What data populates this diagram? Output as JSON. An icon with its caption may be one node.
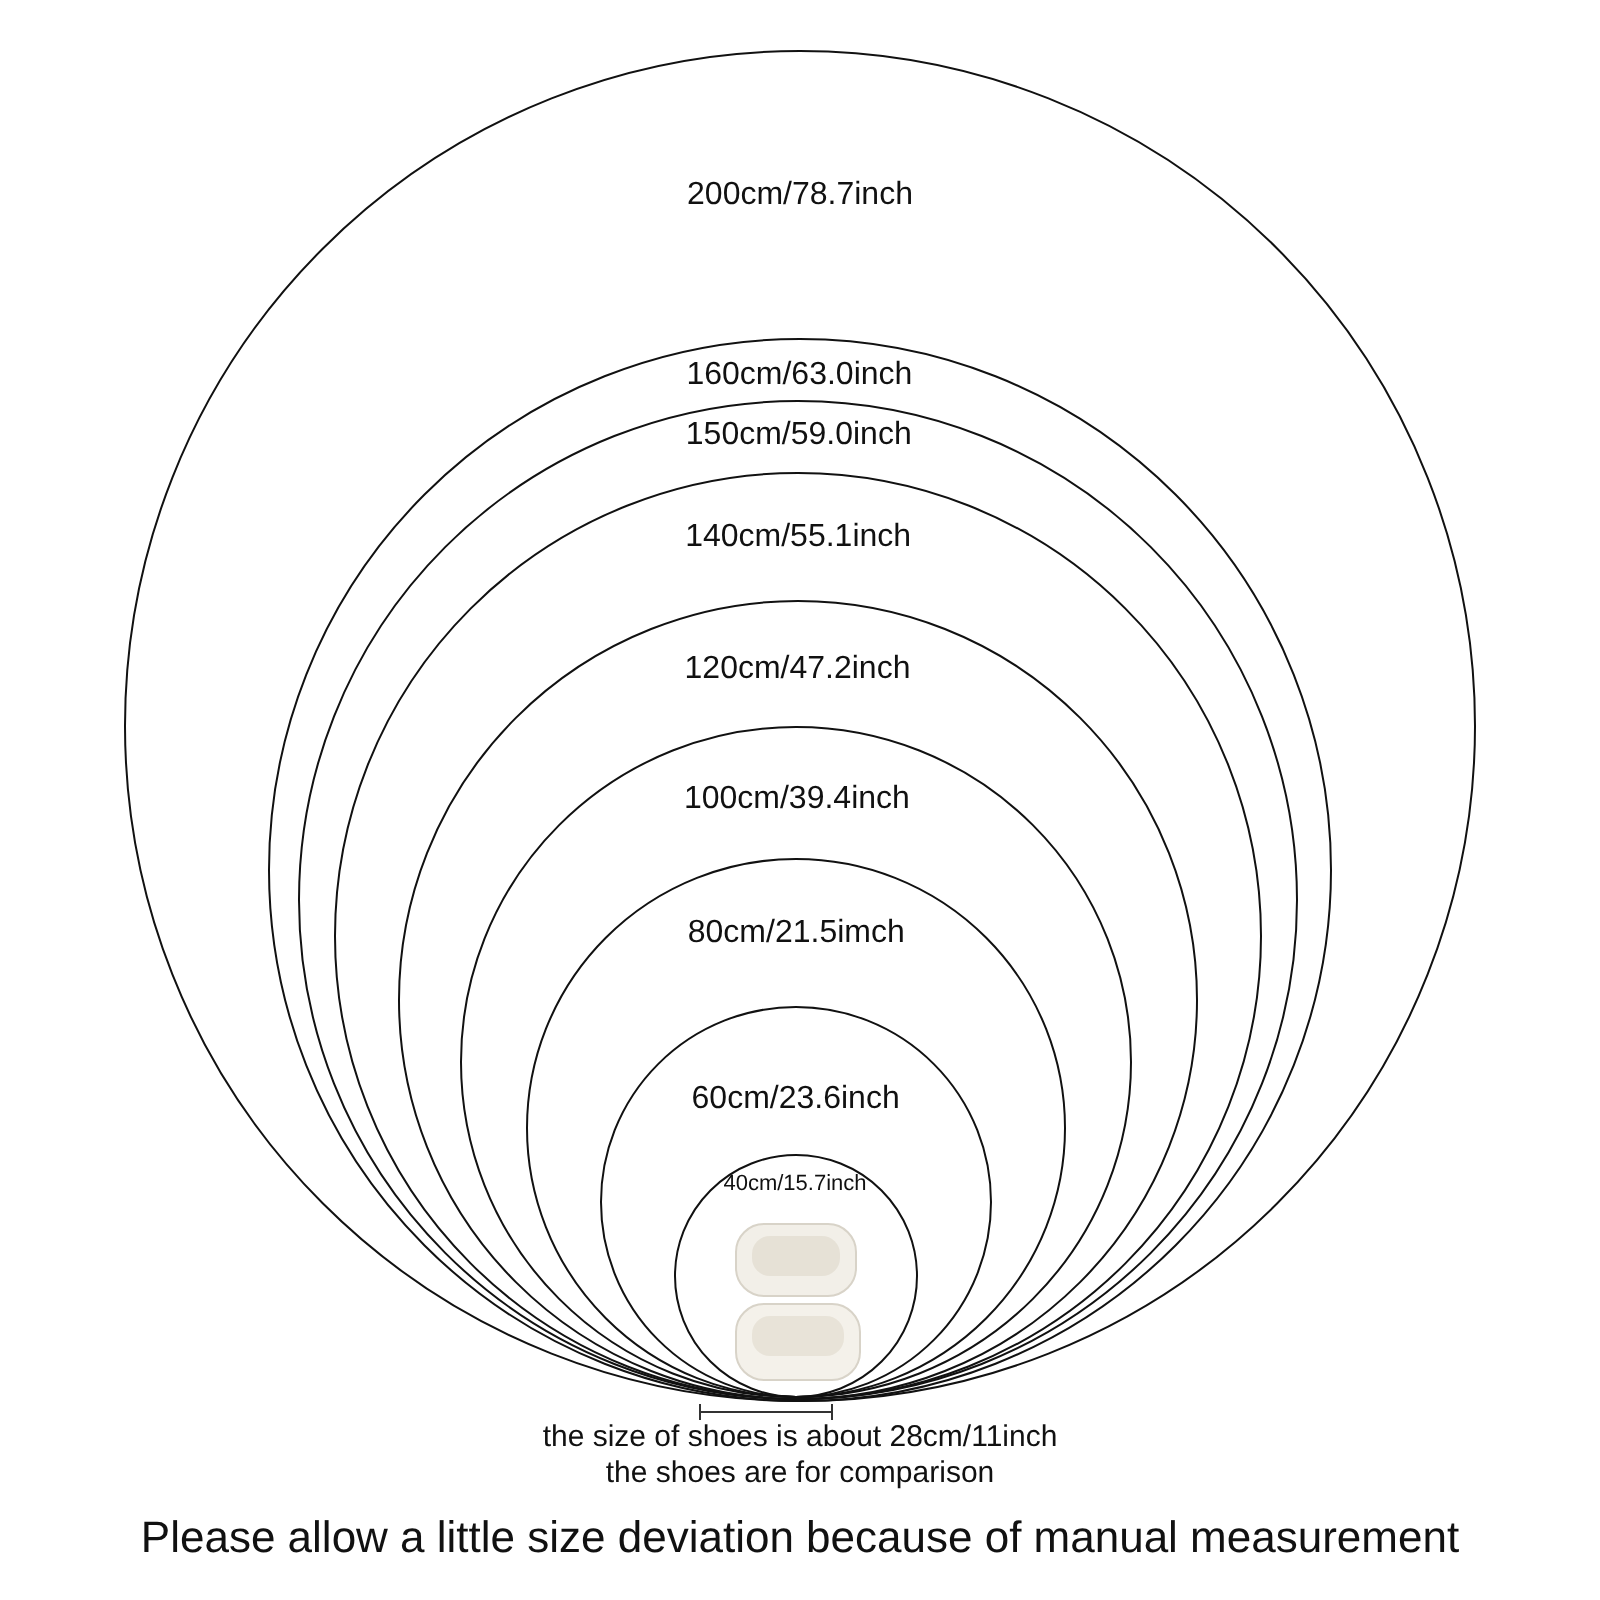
{
  "diagram": {
    "nodes": [
      {
        "text": [
          "200cm/78.7inch"
        ]
      },
      {
        "text": [
          "160cm/63.0inch"
        ],
        "in": 0
      },
      {
        "text": [
          "150cm/59.0inch"
        ],
        "in": 1
      },
      {
        "text": [
          "140cm/55.1inch"
        ],
        "in": 2
      },
      {
        "text": [
          "120cm/47.2inch"
        ],
        "in": 3
      },
      {
        "text": [
          "100cm/39.4inch"
        ],
        "in": 4
      },
      {
        "text": [
          "80cm/21.5imch"
        ],
        "in": 5
      },
      {
        "text": [
          "60cm/23.6inch"
        ],
        "in": 6
      },
      {
        "text": [
          "40cm/15.7inch"
        ],
        "in": 7
      }
    ],
    "edges": [],
    "labels": [
      "the size of shoes is about 28cm/11inch",
      "the shoes are for comparison",
      "Please allow a little size deviation because of manual measurement"
    ]
  }
}
